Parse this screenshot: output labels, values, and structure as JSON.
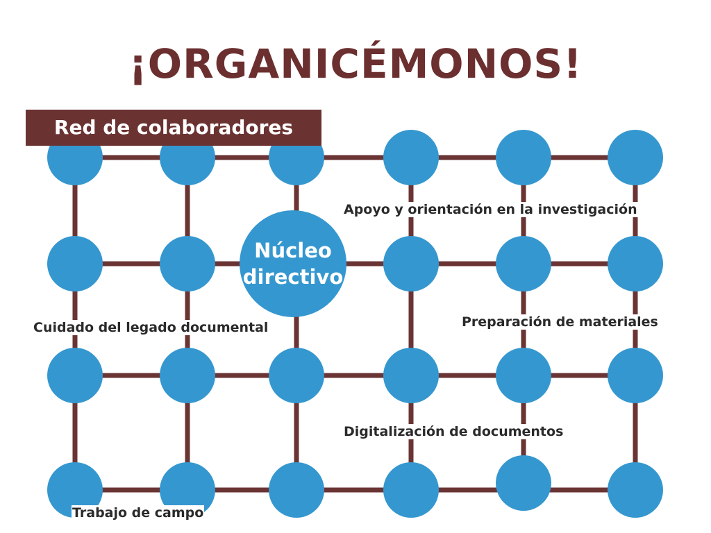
{
  "title": "¡ORGANICÉMONOS!",
  "banner": "Red de colaboradores",
  "nucleus": {
    "line1": "Núcleo",
    "line2": "directivo"
  },
  "labels": {
    "apoyo": "Apoyo y orientación en la investigación",
    "legado": "Cuidado del legado documental",
    "preparacion": "Preparación de materiales",
    "digitalizacion": "Digitalización de documentos",
    "campo": "Trabajo de campo"
  },
  "colors": {
    "node": "#3597cf",
    "edge": "#6b3434",
    "title": "#6b2f2f",
    "banner": "#6b3232"
  }
}
